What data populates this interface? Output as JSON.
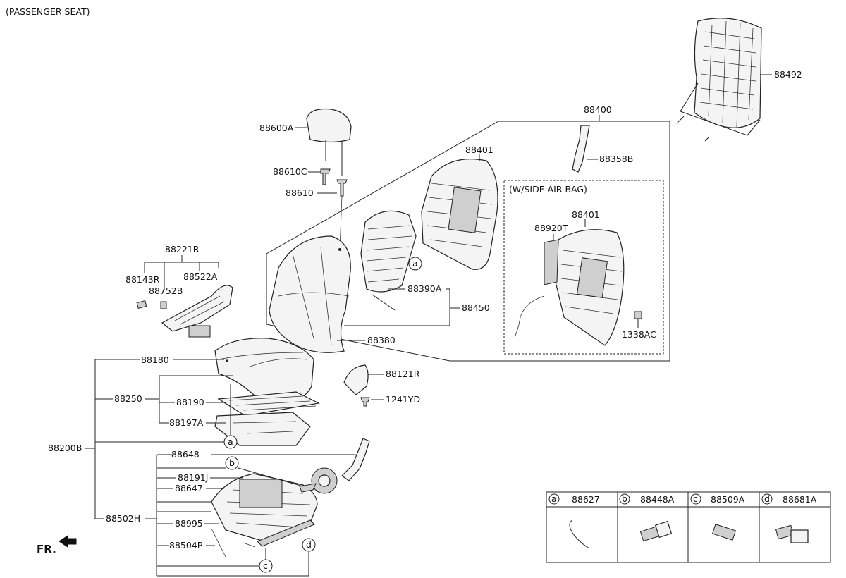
{
  "header": {
    "title": "(PASSENGER SEAT)"
  },
  "labels": {
    "p88492": "88492",
    "p88400": "88400",
    "p88600A": "88600A",
    "p88610C": "88610C",
    "p88610": "88610",
    "p88401a": "88401",
    "p88358B": "88358B",
    "side_air_bag": "(W/SIDE AIR BAG)",
    "p88401b": "88401",
    "p88920T": "88920T",
    "p1338AC": "1338AC",
    "p88221R": "88221R",
    "p88143R": "88143R",
    "p88522A": "88522A",
    "p88752B": "88752B",
    "p88390A": "88390A",
    "p88450": "88450",
    "p88380": "88380",
    "p88180": "88180",
    "p88121R": "88121R",
    "p88250": "88250",
    "p88190": "88190",
    "p1241YD": "1241YD",
    "p88197A": "88197A",
    "p88200B": "88200B",
    "p88648": "88648",
    "p88191J": "88191J",
    "p88647": "88647",
    "p88502H": "88502H",
    "p88995": "88995",
    "p88504P": "88504P",
    "fr": "FR."
  },
  "callouts": {
    "a": "a",
    "b": "b",
    "c": "c",
    "d": "d"
  },
  "legend": [
    {
      "key": "a",
      "part": "88627"
    },
    {
      "key": "b",
      "part": "88448A"
    },
    {
      "key": "c",
      "part": "88509A"
    },
    {
      "key": "d",
      "part": "88681A"
    }
  ]
}
